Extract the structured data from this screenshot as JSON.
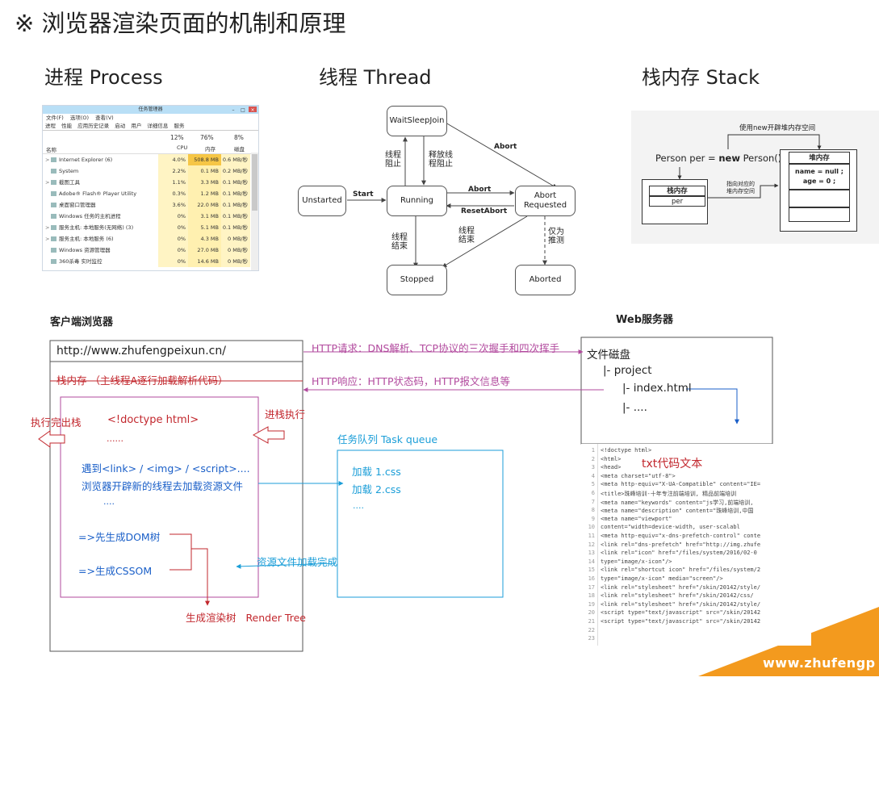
{
  "title": "※ 浏览器渲染页面的机制和原理",
  "sections": {
    "process": "进程  Process",
    "thread": "线程 Thread",
    "stack": "栈内存   Stack"
  },
  "task_manager": {
    "title": "任务管理器",
    "menu": [
      "文件(F)",
      "选项(O)",
      "查看(V)"
    ],
    "tabs": [
      "进程",
      "性能",
      "应用历史记录",
      "启动",
      "用户",
      "详细信息",
      "服务"
    ],
    "columns": {
      "name": "名称",
      "cpu_pct": "12%",
      "cpu": "CPU",
      "mem_pct": "76%",
      "mem": "内存",
      "disk_pct": "8%",
      "disk": "磁盘"
    },
    "rows": [
      {
        "name": "Internet Explorer (6)",
        "cpu": "4.0%",
        "mem": "508.8 MB",
        "disk": "0.6 MB/秒",
        "expand": ">"
      },
      {
        "name": "System",
        "cpu": "2.2%",
        "mem": "0.1 MB",
        "disk": "0.2 MB/秒",
        "expand": ""
      },
      {
        "name": "截图工具",
        "cpu": "1.1%",
        "mem": "3.3 MB",
        "disk": "0.1 MB/秒",
        "expand": ">"
      },
      {
        "name": "Adobe® Flash® Player Utility",
        "cpu": "0.3%",
        "mem": "1.2 MB",
        "disk": "0.1 MB/秒",
        "expand": ""
      },
      {
        "name": "桌面窗口管理器",
        "cpu": "3.6%",
        "mem": "22.0 MB",
        "disk": "0.1 MB/秒",
        "expand": ""
      },
      {
        "name": "Windows 任务的主机进程",
        "cpu": "0%",
        "mem": "3.1 MB",
        "disk": "0.1 MB/秒",
        "expand": ""
      },
      {
        "name": "服务主机: 本地服务(无网络) (3)",
        "cpu": "0%",
        "mem": "5.1 MB",
        "disk": "0.1 MB/秒",
        "expand": ">"
      },
      {
        "name": "服务主机: 本地服务 (6)",
        "cpu": "0%",
        "mem": "4.3 MB",
        "disk": "0 MB/秒",
        "expand": ">"
      },
      {
        "name": "Windows 资源管理器",
        "cpu": "0%",
        "mem": "27.0 MB",
        "disk": "0 MB/秒",
        "expand": ""
      },
      {
        "name": "360杀毒 实时监控",
        "cpu": "0%",
        "mem": "14.6 MB",
        "disk": "0 MB/秒",
        "expand": ""
      }
    ]
  },
  "thread_diagram": {
    "nodes": {
      "waitsleepjoin": "WaitSleepJoin",
      "unstarted": "Unstarted",
      "running": "Running",
      "abortrequested_1": "Abort",
      "abortrequested_2": "Requested",
      "stopped": "Stopped",
      "aborted": "Aborted"
    },
    "labels": {
      "block_1": "线程",
      "block_2": "阻止",
      "release_1": "释放线",
      "release_2": "程阻止",
      "start": "Start",
      "abort_top": "Abort",
      "abort_mid": "Abort",
      "resetabort": "ResetAbort",
      "end_left_1": "线程",
      "end_left_2": "结束",
      "end_mid_1": "线程",
      "end_mid_2": "结束",
      "only_1": "仅为",
      "only_2": "推测"
    }
  },
  "stack_diagram": {
    "top_label": "使用new开辟堆内存空间",
    "code_prefix": "Person per = ",
    "code_kw": "new",
    "code_suffix": " Person() ;",
    "stack_head": "栈内存",
    "stack_var": "per",
    "heap_head": "堆内存",
    "heap_f1": "name = null ;",
    "heap_f2": "age = 0 ;",
    "pointer_1": "指向对应的",
    "pointer_2": "堆内存空间"
  },
  "render_diagram": {
    "client_title": "客户端浏览器",
    "server_title": "Web服务器",
    "url": "http://www.zhufengpeixun.cn/",
    "stack_mem": "栈内存  （主线程A逐行加载解析代码）",
    "http_request": "HTTP请求：DNS解析、TCP协议的三次握手和四次挥手",
    "http_response": "HTTP响应：HTTP状态码，HTTP报文信息等",
    "pop_stack": "执行完出栈",
    "push_stack": "进栈执行",
    "doctype": "<!doctype html>",
    "dots1": "......",
    "encounter": "遇到<link> / <img> / <script>....",
    "new_thread": "浏览器开辟新的线程去加载资源文件",
    "dots2": "....",
    "dom": "=>先生成DOM树",
    "cssom": "=>生成CSSOM",
    "render_tree_cn": "生成渲染树",
    "render_tree_en": "Render Tree",
    "task_queue": "任务队列 Task queue",
    "load1": "加载 1.css",
    "load2": "加载 2.css",
    "dots3": "....",
    "resource_done": "资源文件加载完成",
    "disk": "文件磁盘",
    "project": "|- project",
    "index": "|- index.html",
    "dots4": "|- ....",
    "txt_code": "txt代码文本",
    "brand": "www.zhufengp"
  },
  "code_lines": [
    "<!doctype html>",
    "<html>",
    "<head>",
    "    <meta charset=\"utf-8\">",
    "    <meta http-equiv=\"X-UA-Compatible\" content=\"IE=",
    "    <title>珠峰培训-十年专注前端培训, 精品前端培训",
    "    <meta name=\"keywords\" content=\"js学习,前端培训,",
    "    <meta name=\"description\" content=\"珠峰培训,中国",
    "    <meta name=\"viewport\"",
    "          content=\"width=device-width, user-scalabl",
    "    <meta http-equiv=\"x-dns-prefetch-control\" conte",
    "    <link rel=\"dns-prefetch\" href=\"http://img.zhufe",
    "    <link rel=\"icon\" href=\"/files/system/2016/02-0",
    "          type=\"image/x-icon\"/>",
    "    <link rel=\"shortcut icon\" href=\"/files/system/2",
    "          type=\"image/x-icon\" media=\"screen\"/>",
    "    <link rel=\"stylesheet\" href=\"/skin/20142/style/",
    "    <link rel=\"stylesheet\" href=\"/skin/20142/css/",
    "    <link rel=\"stylesheet\" href=\"/skin/20142/style/",
    "    <script type=\"text/javascript\" src=\"/skin/20142",
    "    <script type=\"text/javascript\" src=\"/skin/20142",
    "",
    ""
  ],
  "colors": {
    "red": "#c2272d",
    "blue": "#1a5fc8",
    "pink": "#b24a9e",
    "cyan": "#1b9ed8",
    "orange": "#f39a1e"
  }
}
